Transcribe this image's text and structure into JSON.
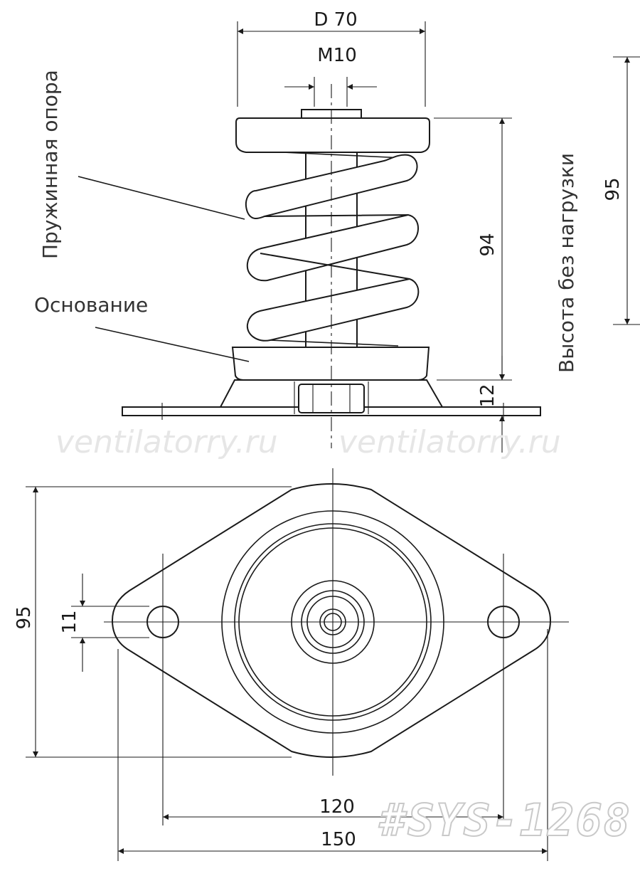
{
  "side_view": {
    "dim_diameter": "D 70",
    "dim_thread": "M10",
    "dim_height_loaded": "94",
    "dim_base_height": "12",
    "dim_height_free": "95",
    "label_spring": "Пружинная опора",
    "label_base": "Основание",
    "label_height_free": "Высота без нагрузки"
  },
  "top_view": {
    "dim_width": "95",
    "dim_hole": "11",
    "dim_hole_spacing": "120",
    "dim_length": "150"
  },
  "watermark": {
    "left": "ventilatorry.ru",
    "right": "ventilatorry.ru"
  },
  "code_stamp": "#SYS-1268"
}
